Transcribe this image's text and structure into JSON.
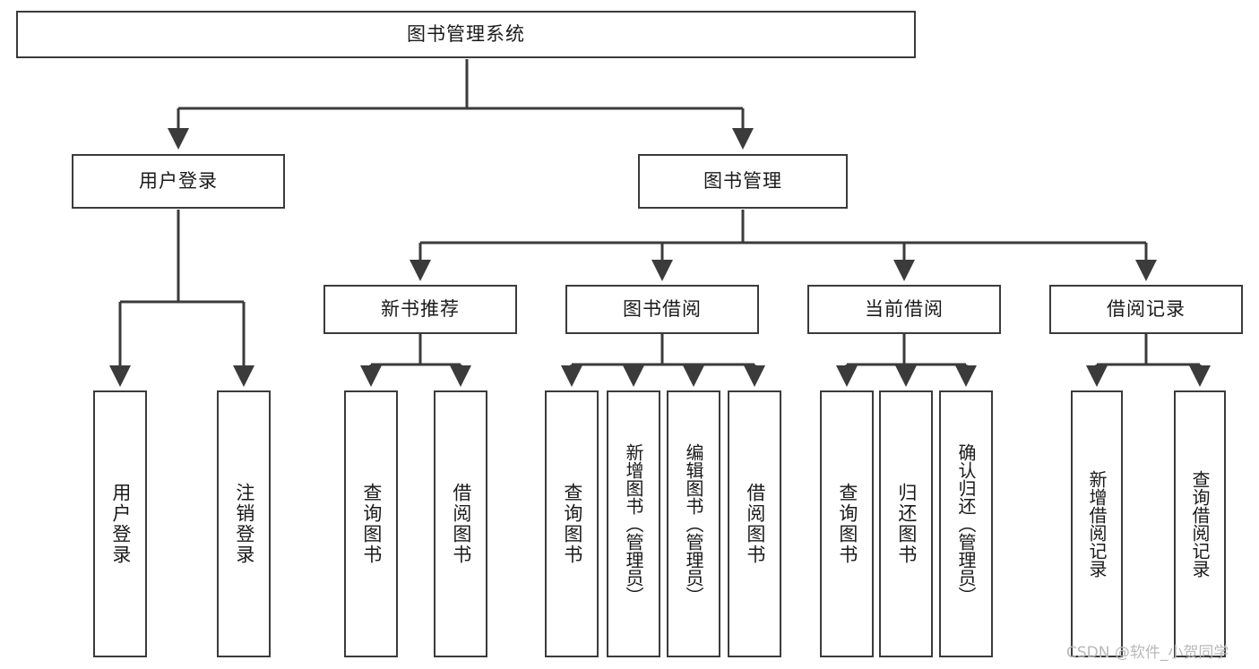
{
  "diagram": {
    "type": "tree-hierarchy",
    "title": "图书管理系统",
    "orientation": "top-down",
    "colors": {
      "stroke": "#3b3b3b",
      "fill": "#ffffff",
      "text": "#1a1a1a",
      "watermark": "#b9b9b9"
    },
    "root": {
      "label": "图书管理系统"
    },
    "level2": [
      {
        "label": "用户登录"
      },
      {
        "label": "图书管理"
      }
    ],
    "level3": [
      {
        "label": "新书推荐"
      },
      {
        "label": "图书借阅"
      },
      {
        "label": "当前借阅"
      },
      {
        "label": "借阅记录"
      }
    ],
    "leaves": {
      "user_login": [
        {
          "label": "用户登录"
        },
        {
          "label": "注销登录"
        }
      ],
      "new_book_recommend": [
        {
          "label": "查询图书"
        },
        {
          "label": "借阅图书"
        }
      ],
      "book_borrow": [
        {
          "label": "查询图书"
        },
        {
          "label": "新增图书（管理员）"
        },
        {
          "label": "编辑图书（管理员）"
        },
        {
          "label": "借阅图书"
        }
      ],
      "current_borrow": [
        {
          "label": "查询图书"
        },
        {
          "label": "归还图书"
        },
        {
          "label": "确认归还（管理员）"
        }
      ],
      "borrow_record": [
        {
          "label": "新增借阅记录"
        },
        {
          "label": "查询借阅记录"
        }
      ]
    }
  },
  "watermark": {
    "text": "CSDN @软件_小贺同学"
  }
}
